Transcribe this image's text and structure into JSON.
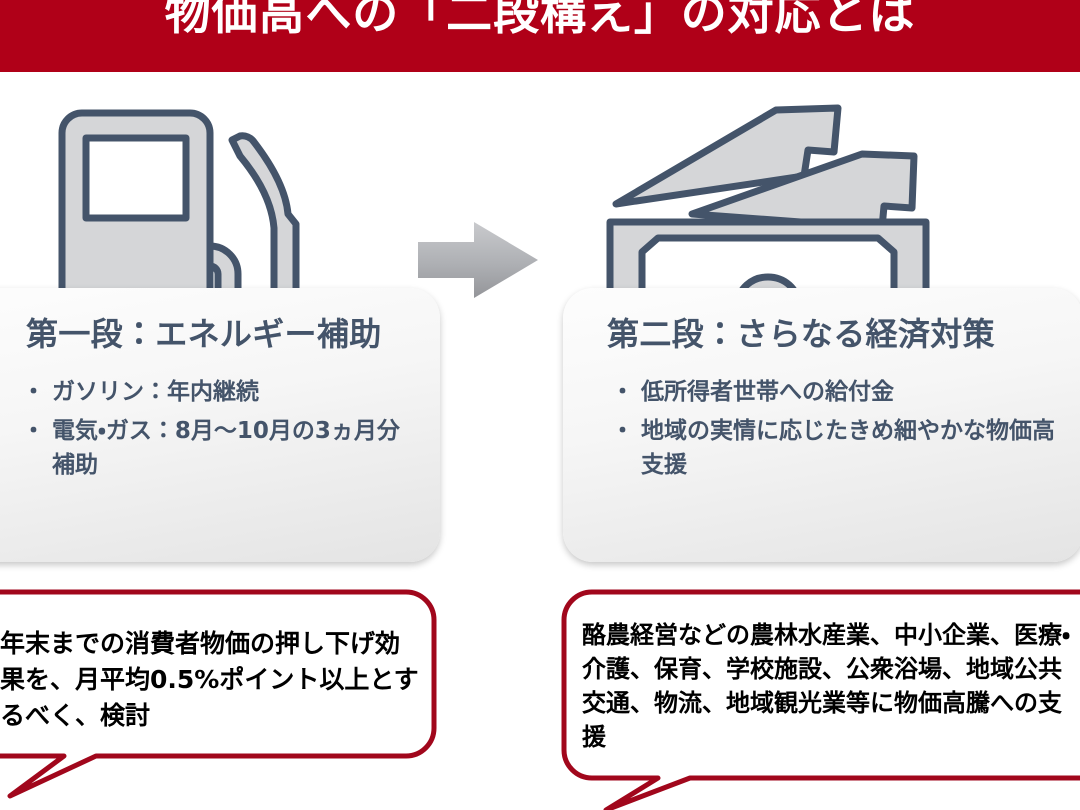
{
  "slide": {
    "title": "物価高への「二段構え」の対応とは",
    "accent_color": "#b00018",
    "heading_color": "#44546a",
    "body_color": "#000000",
    "background_color": "#ffffff"
  },
  "icons": {
    "stage1_icon": "gas-pump-icon",
    "stage2_icon": "banknotes-icon",
    "transition_icon": "right-arrow-icon",
    "icon_fill": "#d5d6d8",
    "icon_stroke": "#44546a",
    "arrow_fill": "#a7a9ad"
  },
  "stages": [
    {
      "id": "stage-1",
      "heading": "第一段：エネルギー補助",
      "bullets": [
        "ガソリン：年内継続",
        "電気・ガス：8月〜10月の3ヵ月分補助"
      ],
      "note": "年末までの消費者物価の押し下げ効果を、月平均0.5%ポイント以上とするべく、検討"
    },
    {
      "id": "stage-2",
      "heading": "第二段：さらなる経済対策",
      "bullets": [
        "低所得者世帯への給付金",
        "地域の実情に応じたきめ細やかな物価高支援"
      ],
      "note": "酪農経営などの農林水産業、中小企業、医療・介護、保育、学校施設、公衆浴場、地域公共交通、物流、地域観光業等に物価高騰への支援"
    }
  ]
}
